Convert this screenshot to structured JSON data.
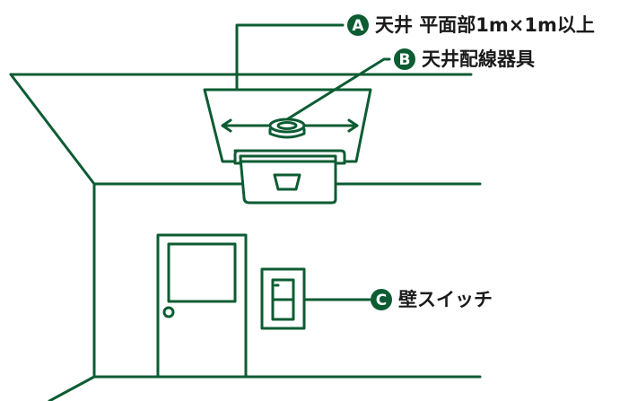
{
  "colors": {
    "line": "#0d5c33",
    "badge": "#0d5c33",
    "text": "#1a1a1a"
  },
  "labels": {
    "a": {
      "badge": "A",
      "text": "天井 平面部1m×1m以上"
    },
    "b": {
      "badge": "B",
      "text": "天井配線器具"
    },
    "c": {
      "badge": "C",
      "text": "壁スイッチ"
    }
  }
}
